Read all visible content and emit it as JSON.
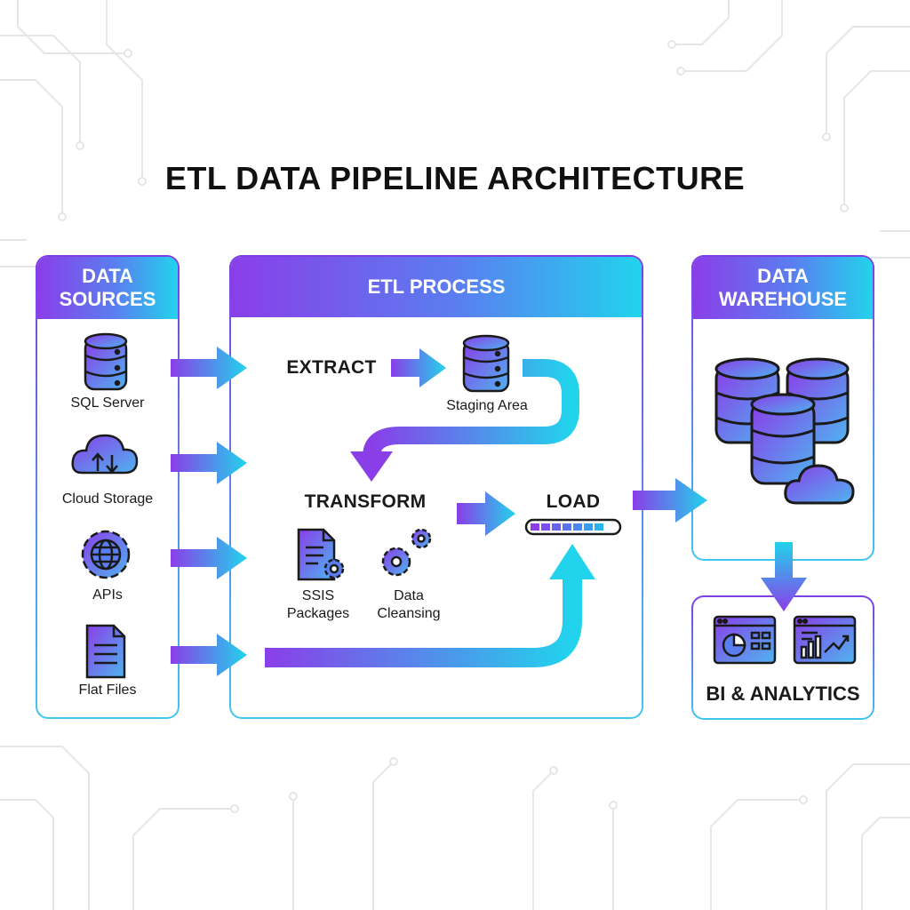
{
  "title": "ETL DATA PIPELINE ARCHITECTURE",
  "sources": {
    "heading": "DATA SOURCES",
    "heading_line1": "DATA",
    "heading_line2": "SOURCES",
    "items": [
      {
        "label": "SQL Server",
        "icon": "database-icon"
      },
      {
        "label": "Cloud Storage",
        "icon": "cloud-upload-icon"
      },
      {
        "label": "APIs",
        "icon": "globe-gear-icon"
      },
      {
        "label": "Flat Files",
        "icon": "document-icon"
      }
    ]
  },
  "etl": {
    "heading": "ETL PROCESS",
    "extract": "EXTRACT",
    "staging": "Staging Area",
    "transform": "TRANSFORM",
    "load": "LOAD",
    "ssis_line1": "SSIS",
    "ssis_line2": "Packages",
    "cleansing_line1": "Data",
    "cleansing_line2": "Cleansing",
    "load_progress": 0.85
  },
  "warehouse": {
    "heading_line1": "DATA",
    "heading_line2": "WAREHOUSE",
    "icon": "database-cluster-cloud-icon"
  },
  "bi": {
    "label": "BI & ANALYTICS",
    "icons": [
      "dashboard-pie-icon",
      "dashboard-bars-icon"
    ]
  },
  "colors": {
    "purple": "#8a3ee8",
    "blue": "#5a7ef0",
    "cyan": "#22d3ec",
    "ink": "#111111"
  }
}
